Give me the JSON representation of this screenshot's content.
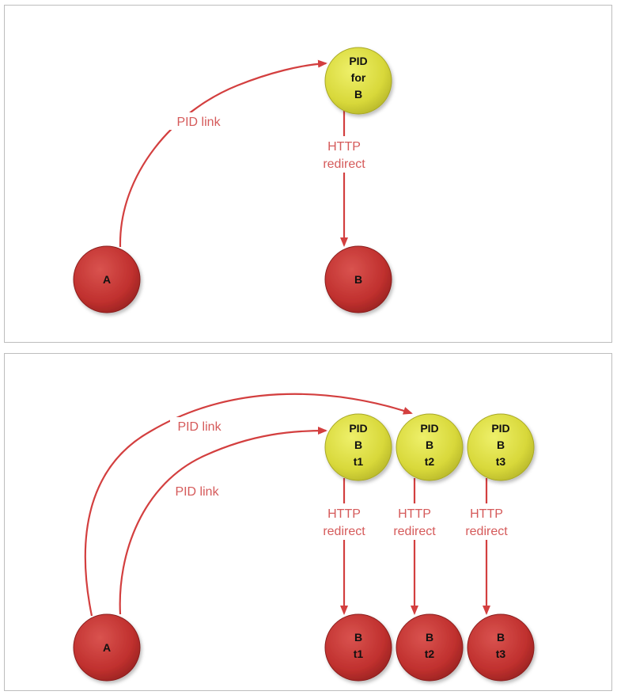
{
  "diagram1": {
    "nodes": {
      "pid": [
        "PID",
        "for",
        "B"
      ],
      "a": "A",
      "b": "B"
    },
    "edges": {
      "pid_link": "PID link",
      "http_redirect": [
        "HTTP",
        "redirect"
      ]
    }
  },
  "diagram2": {
    "nodes": {
      "a": "A",
      "pids": [
        [
          "PID",
          "B",
          "t1"
        ],
        [
          "PID",
          "B",
          "t2"
        ],
        [
          "PID",
          "B",
          "t3"
        ]
      ],
      "targets": [
        [
          "B",
          "t1"
        ],
        [
          "B",
          "t2"
        ],
        [
          "B",
          "t3"
        ]
      ]
    },
    "edges": {
      "pid_link_1": "PID link",
      "pid_link_2": "PID link",
      "http_redirects": [
        [
          "HTTP",
          "redirect"
        ],
        [
          "HTTP",
          "redirect"
        ],
        [
          "HTTP",
          "redirect"
        ]
      ]
    }
  },
  "colors": {
    "red_node": "#c0302e",
    "yellow_node": "#d9d93a",
    "edge": "#d33f3f",
    "label": "#d55a5a"
  }
}
